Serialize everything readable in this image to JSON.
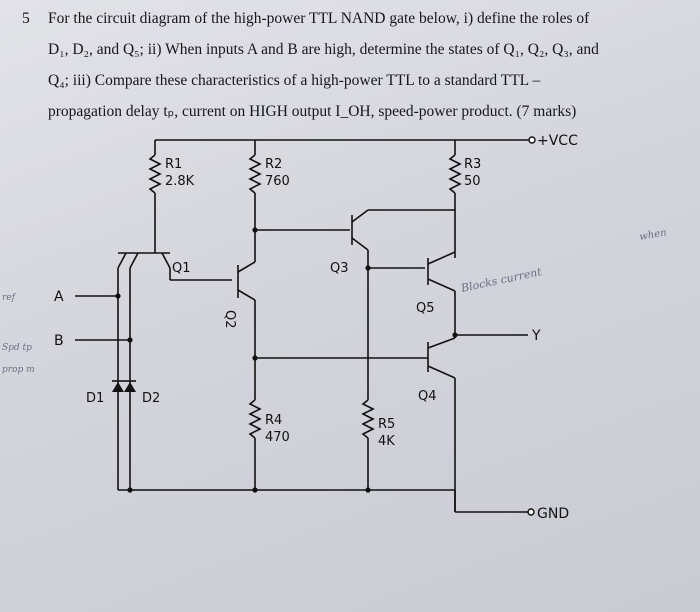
{
  "question": {
    "number": "5",
    "lines": [
      "For the circuit diagram of the high-power TTL NAND gate below, i) define the roles of",
      "D₁, D₂, and Q₅; ii) When inputs A and B are high, determine the states of Q₁, Q₂, Q₃, and",
      "Q₄; iii) Compare these characteristics of a high-power TTL to a standard TTL –",
      "propagation delay tₚ, current on HIGH output I_OH, speed-power product. (7 marks)"
    ]
  },
  "circuit": {
    "vcc": "+VCC",
    "gnd": "GND",
    "output": "Y",
    "inputs": [
      "A",
      "B"
    ],
    "resistors": [
      {
        "name": "R1",
        "value": "2.8K"
      },
      {
        "name": "R2",
        "value": "760"
      },
      {
        "name": "R3",
        "value": "50"
      },
      {
        "name": "R4",
        "value": "470"
      },
      {
        "name": "R5",
        "value": "4K"
      }
    ],
    "transistors": [
      "Q1",
      "Q2",
      "Q3",
      "Q4",
      "Q5"
    ],
    "diodes": [
      "D1",
      "D2"
    ]
  },
  "handwritten": {
    "note_q5": "Blocks current",
    "note_right": "when",
    "margin_a": "ref",
    "margin_b": "Spd tp",
    "margin_c": "prop m"
  },
  "colors": {
    "ink": "#111111",
    "pencil": "#6a6e86",
    "paper": "#d8d9df"
  }
}
